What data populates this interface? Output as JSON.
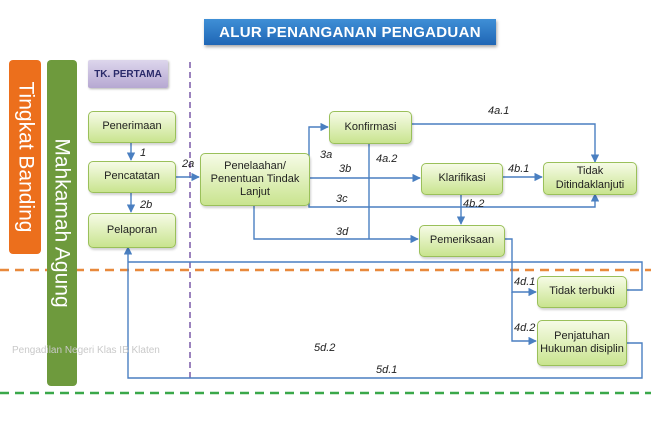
{
  "title": "ALUR PENANGANAN PENGADUAN",
  "side_bars": {
    "tingkat_banding": "Tingkat Banding",
    "mahkamah_agung": "Mahkamah Agung"
  },
  "level_tag": "TK. PERTAMA",
  "watermark": "Pengadilan Negeri Klas IB Klaten",
  "boxes": {
    "penerimaan": "Penerimaan",
    "pencatatan": "Pencatatan",
    "pelaporan": "Pelaporan",
    "penelaahan": "Penelaahan/ Penentuan Tindak Lanjut",
    "konfirmasi": "Konfirmasi",
    "klarifikasi": "Klarifikasi",
    "tidak_ditindaklanjuti": "Tidak Ditindaklanjuti",
    "pemeriksaan": "Pemeriksaan",
    "tidak_terbukti": "Tidak terbukti",
    "penjatuhan": "Penjatuhan Hukuman disiplin"
  },
  "labels": {
    "l1": "1",
    "l2a": "2a",
    "l2b": "2b",
    "l3a": "3a",
    "l3b": "3b",
    "l3c": "3c",
    "l3d": "3d",
    "l4a1": "4a.1",
    "l4a2": "4a.2",
    "l4b1": "4b.1",
    "l4b2": "4b.2",
    "l4d1": "4d.1",
    "l4d2": "4d.2",
    "l5d1": "5d.1",
    "l5d2": "5d.2"
  },
  "colors": {
    "title_bg": "#2a75c4",
    "tingkat_bar": "#ec6f1c",
    "mahkamah_bar": "#6e9a3d",
    "box_fill": "#dcefb0",
    "arrow": "#4a7fc1",
    "divider_orange": "#e8893c",
    "divider_green": "#3aa84a",
    "divider_purple": "#7a5aa8"
  }
}
